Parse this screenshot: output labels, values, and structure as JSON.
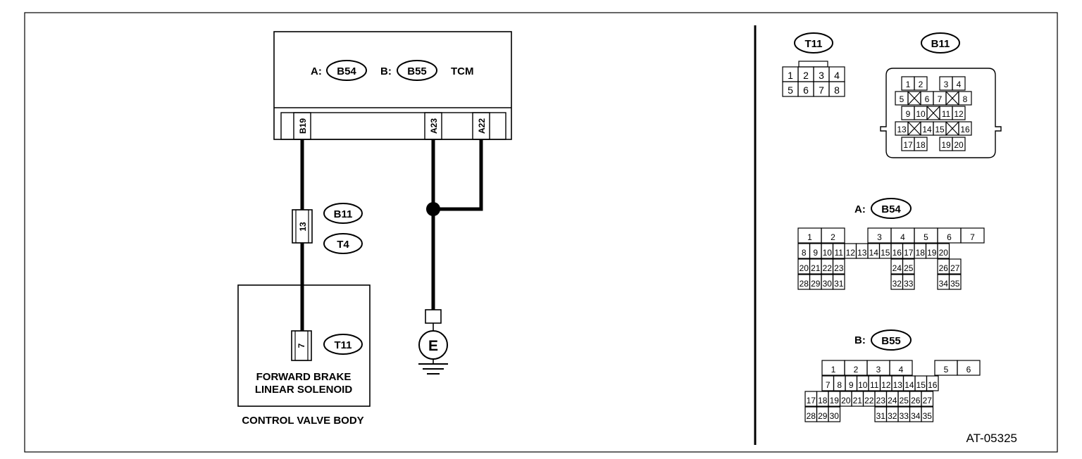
{
  "tcm": {
    "title": "TCM",
    "connector_a_prefix": "A:",
    "connector_a": "B54",
    "connector_b_prefix": "B:",
    "connector_b": "B55",
    "pins": [
      "B19",
      "A23",
      "A22"
    ]
  },
  "wiring": {
    "joint_connector_pin": "13",
    "joint_connector_refs": [
      "B11",
      "T4"
    ]
  },
  "solenoid": {
    "connector_pin": "7",
    "connector_ref": "T11",
    "name_line1": "FORWARD BRAKE",
    "name_line2": "LINEAR SOLENOID",
    "housing": "CONTROL VALVE BODY"
  },
  "ground": {
    "label": "E"
  },
  "connector_views": {
    "t11": {
      "name": "T11",
      "pins": [
        "1",
        "2",
        "3",
        "4",
        "5",
        "6",
        "7",
        "8"
      ]
    },
    "b11": {
      "name": "B11",
      "pins": [
        "1",
        "2",
        "3",
        "4",
        "5",
        "6",
        "7",
        "8",
        "9",
        "10",
        "11",
        "12",
        "13",
        "14",
        "15",
        "16",
        "17",
        "18",
        "19",
        "20"
      ]
    },
    "b54": {
      "prefix": "A:",
      "name": "B54",
      "pins": [
        "1",
        "2",
        "3",
        "4",
        "5",
        "6",
        "7",
        "8",
        "9",
        "10",
        "11",
        "12",
        "13",
        "14",
        "15",
        "16",
        "17",
        "18",
        "19",
        "20",
        "21",
        "22",
        "23",
        "24",
        "25",
        "26",
        "27",
        "28",
        "29",
        "30",
        "31",
        "32",
        "33",
        "34",
        "35"
      ]
    },
    "b55": {
      "prefix": "B:",
      "name": "B55",
      "pins": [
        "1",
        "2",
        "3",
        "4",
        "5",
        "6",
        "7",
        "8",
        "9",
        "10",
        "11",
        "12",
        "13",
        "14",
        "15",
        "16",
        "17",
        "18",
        "19",
        "20",
        "21",
        "22",
        "23",
        "24",
        "25",
        "26",
        "27",
        "28",
        "29",
        "30",
        "31",
        "32",
        "33",
        "34",
        "35"
      ]
    }
  },
  "figure_id": "AT-05325"
}
